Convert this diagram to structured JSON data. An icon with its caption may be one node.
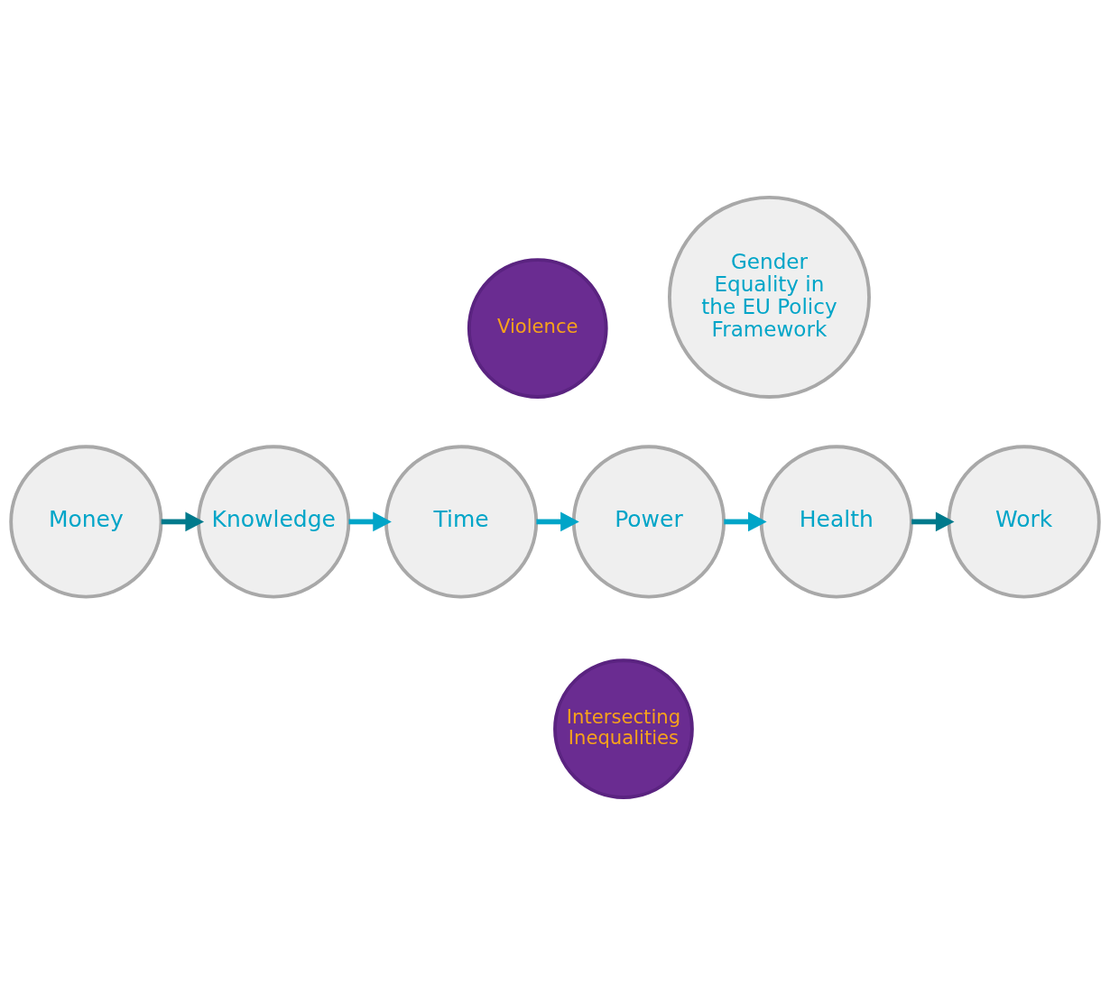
{
  "diagram": {
    "nodes": [
      {
        "text": [
          "Violence"
        ]
      },
      {
        "text": [
          "Intersecting Inequalities"
        ]
      },
      {
        "text": [
          "Money"
        ]
      },
      {
        "text": [
          "Knowledge"
        ]
      },
      {
        "text": [
          "Time"
        ]
      },
      {
        "text": [
          "Power"
        ]
      },
      {
        "text": [
          "Health"
        ]
      },
      {
        "text": [
          "Work"
        ]
      },
      {
        "text": [
          "Gender Equality in the EU Policy Framework"
        ]
      }
    ],
    "edges": [
      {
        "from": 2,
        "to": 3,
        "arrow": "to",
        "color": "#007a8c"
      },
      {
        "from": 3,
        "to": 4,
        "arrow": "to"
      },
      {
        "from": 4,
        "to": 5,
        "arrow": "to"
      },
      {
        "from": 5,
        "to": 6,
        "arrow": "to"
      },
      {
        "from": 6,
        "to": 7,
        "arrow": "to",
        "color": "#007a8c"
      }
    ]
  }
}
